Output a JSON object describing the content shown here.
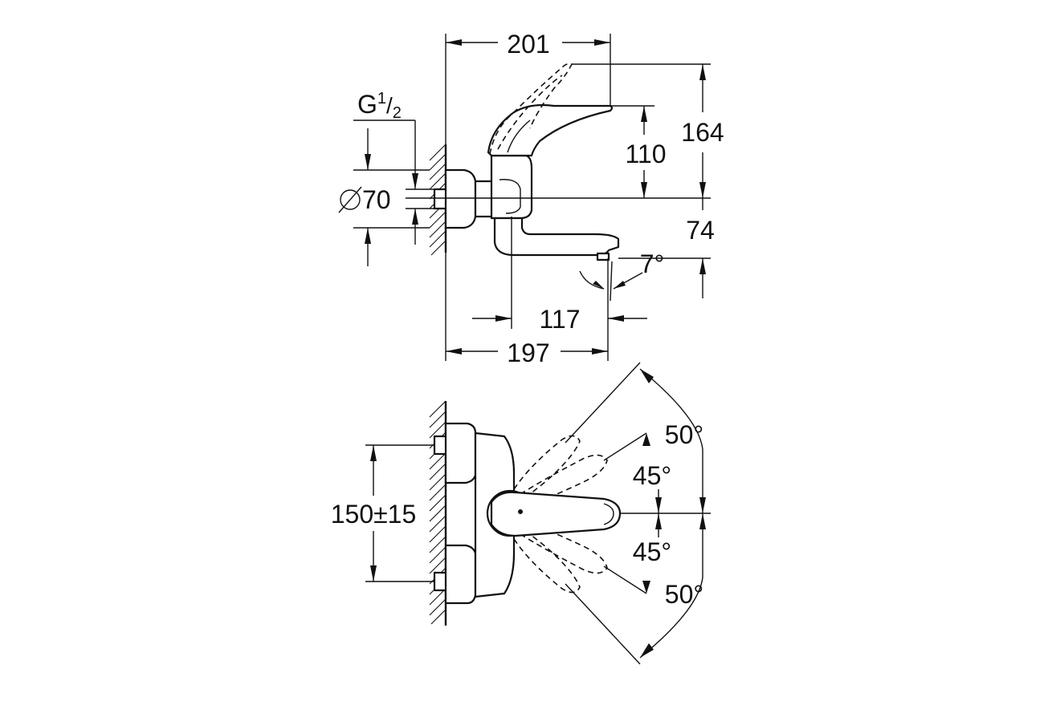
{
  "side_view": {
    "dim_width_top": "201",
    "dim_height_total": "164",
    "dim_handle_height": "110",
    "dim_spout_height": "74",
    "dim_spout_angle": "7°",
    "dim_spout_reach": "117",
    "dim_width_bottom": "197",
    "dim_diameter": "70",
    "thread_label_base": "G",
    "thread_label_num": "1",
    "thread_label_den": "2"
  },
  "top_view": {
    "dim_centers": "150±15",
    "angle_outer_upper": "50°",
    "angle_inner_upper": "45°",
    "angle_inner_lower": "45°",
    "angle_outer_lower": "50°"
  }
}
